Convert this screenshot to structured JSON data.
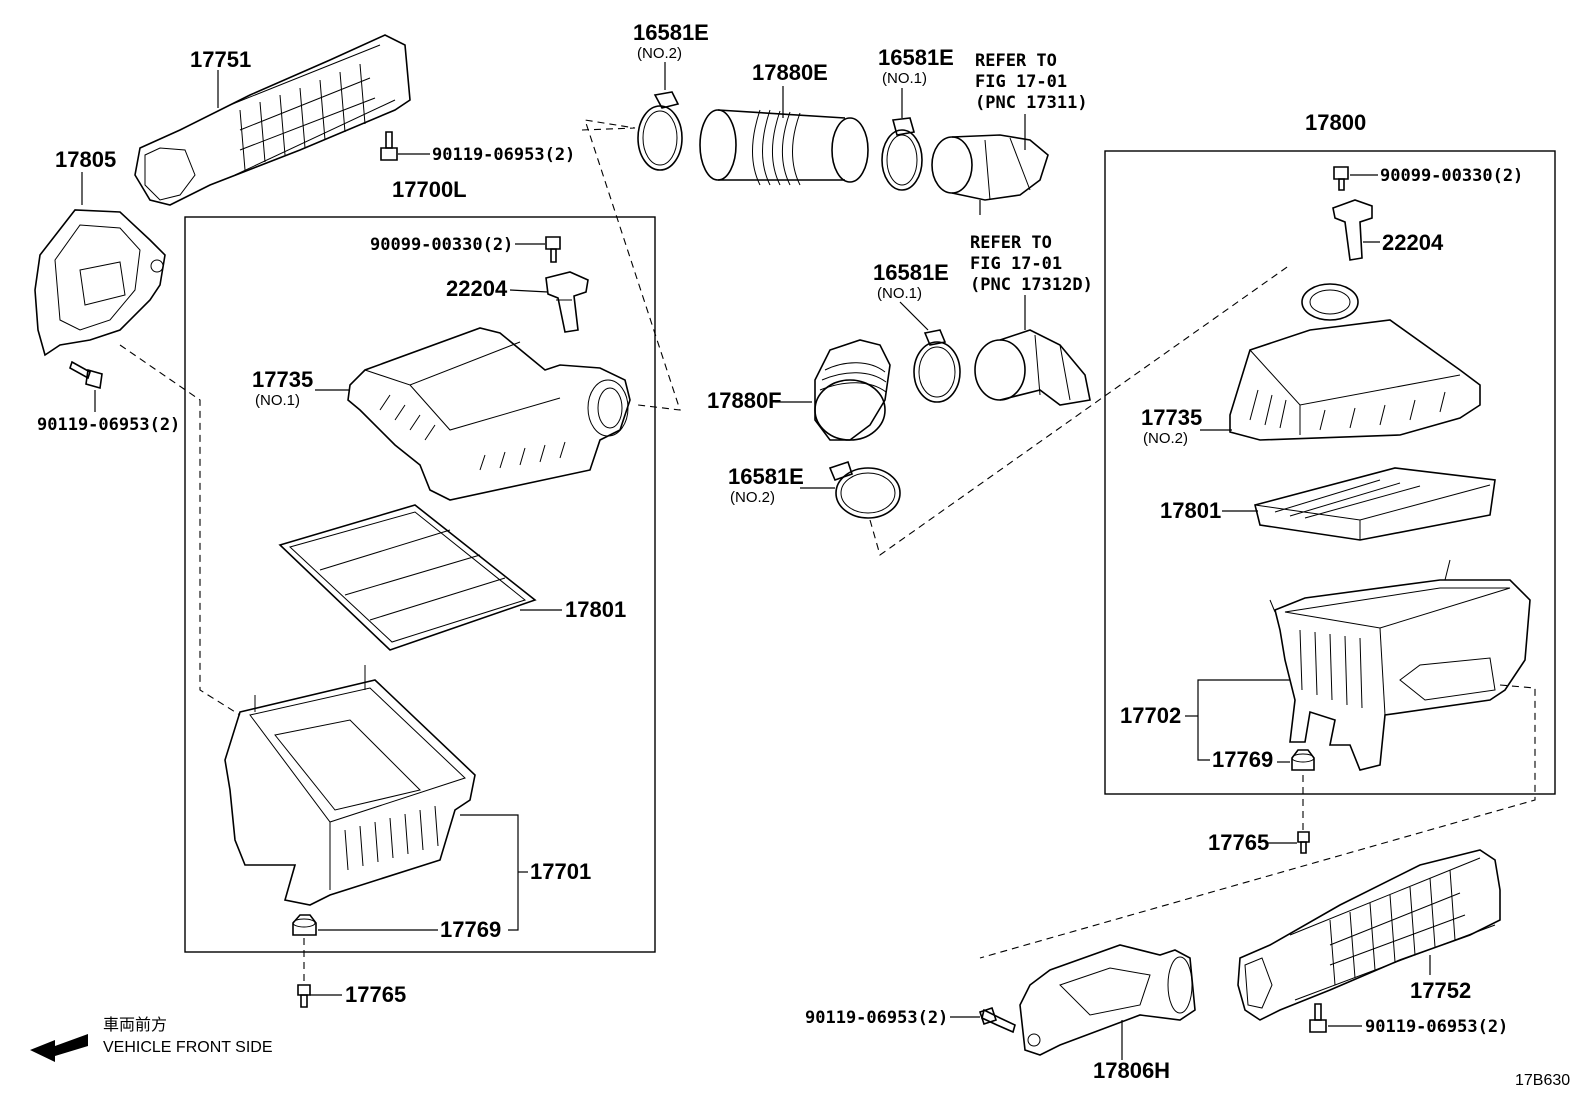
{
  "figure_code": "17B630",
  "direction_note": {
    "japanese": "車両前方",
    "english": "VEHICLE FRONT SIDE"
  },
  "left_assembly": {
    "label": "17700L",
    "parts": {
      "duct_upper": "17751",
      "inlet_duct": "17805",
      "bolt_upper": "90119-06953(2)",
      "bolt_inlet": "90119-06953(2)",
      "screw": "90099-00330(2)",
      "sensor": "22204",
      "cap": "17735",
      "cap_no": "(NO.1)",
      "element": "17801",
      "case": "17701",
      "grommet": "17769",
      "stud": "17765"
    }
  },
  "center_parts": {
    "clamp_top_a": "16581E",
    "clamp_top_a_no": "(NO.2)",
    "hose_e": "17880E",
    "clamp_top_b": "16581E",
    "clamp_top_b_no": "(NO.1)",
    "refer_1_line1": "REFER TO",
    "refer_1_line2": "FIG 17-01",
    "refer_1_line3": "(PNC 17311)",
    "clamp_mid": "16581E",
    "clamp_mid_no": "(NO.1)",
    "refer_2_line1": "REFER TO",
    "refer_2_line2": "FIG 17-01",
    "refer_2_line3": "(PNC 17312D)",
    "hose_f": "17880F",
    "clamp_low": "16581E",
    "clamp_low_no": "(NO.2)"
  },
  "right_assembly": {
    "label": "17800",
    "parts": {
      "screw": "90099-00330(2)",
      "sensor": "22204",
      "cap": "17735",
      "cap_no": "(NO.2)",
      "element": "17801",
      "case": "17702",
      "grommet": "17769",
      "stud": "17765"
    }
  },
  "lower_parts": {
    "duct_lower": "17752",
    "bolt_lower": "90119-06953(2)",
    "inlet_duct_h": "17806H",
    "bolt_inlet_h": "90119-06953(2)"
  }
}
